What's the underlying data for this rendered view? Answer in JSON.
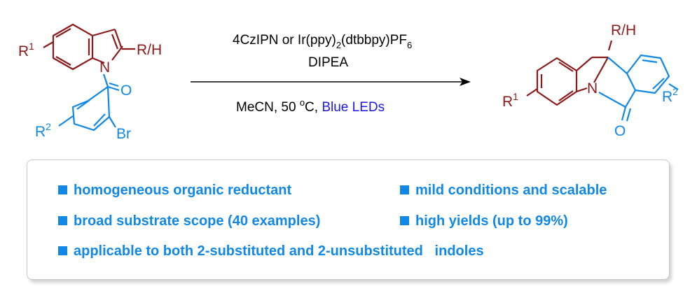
{
  "reactant": {
    "ring_subst": "R",
    "ring_subst_sup": "1",
    "c2_subst": "R/H",
    "nitrogen": "N",
    "carbonyl_o": "O",
    "aryl_subst": "R",
    "aryl_subst_sup": "2",
    "bromo": "Br"
  },
  "conditions": {
    "catalyst_a": "4CzIPN or  Ir(ppy)",
    "catalyst_sub1": "2",
    "catalyst_b": "(dtbbpy)PF",
    "catalyst_sub2": "6",
    "base": "DIPEA",
    "solvent_temp_a": "MeCN, 50 ",
    "temp_sup": "o",
    "temp_unit": "C, ",
    "light": "Blue LEDs"
  },
  "product": {
    "quat_subst": "R/H",
    "ring_subst": "R",
    "ring_subst_sup": "1",
    "nitrogen": "N",
    "carbonyl_o": "O",
    "aryl_subst": "R",
    "aryl_subst_sup": "2"
  },
  "colors": {
    "indole": "#8b1a1a",
    "aroyl": "#1188e6",
    "text": "#000000",
    "light": "#1a1aee",
    "feature": "#1188e6"
  },
  "features": [
    "homogeneous organic reductant",
    "mild conditions and scalable",
    "broad substrate scope (40 examples)",
    "high yields (up to 99%)",
    "applicable to both 2-substituted and 2-unsubstituted   indoles"
  ]
}
